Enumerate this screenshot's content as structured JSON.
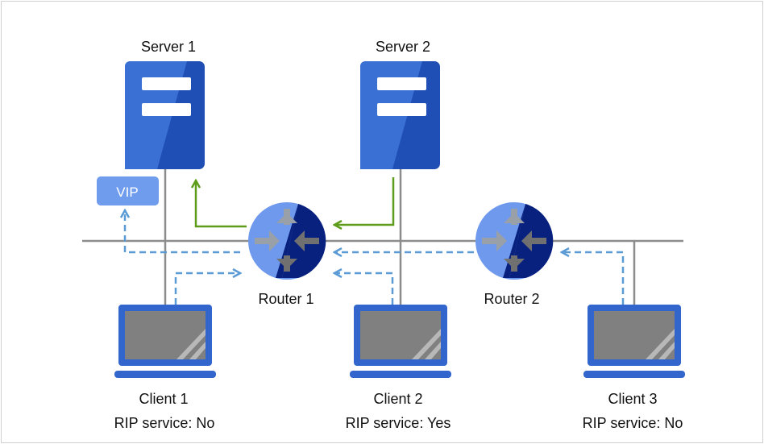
{
  "servers": [
    {
      "label": "Server 1"
    },
    {
      "label": "Server 2"
    }
  ],
  "routers": [
    {
      "label": "Router 1"
    },
    {
      "label": "Router 2"
    }
  ],
  "vip": {
    "label": "VIP"
  },
  "clients": [
    {
      "label": "Client 1",
      "rip": "RIP service: No"
    },
    {
      "label": "Client 2",
      "rip": "RIP service: Yes"
    },
    {
      "label": "Client 3",
      "rip": "RIP service: No"
    }
  ],
  "colors": {
    "server_blue": "#1f4fb5",
    "server_light": "#3a6fd3",
    "router_light": "#6f99ec",
    "router_dark": "#08207e",
    "green_arrow": "#5e9d1a",
    "dashed_arrow": "#5b9bd5",
    "network_line": "#8c8c8c",
    "laptop_body": "#3366cc",
    "laptop_screen": "#808080",
    "vip_fill": "#6f9cec"
  }
}
